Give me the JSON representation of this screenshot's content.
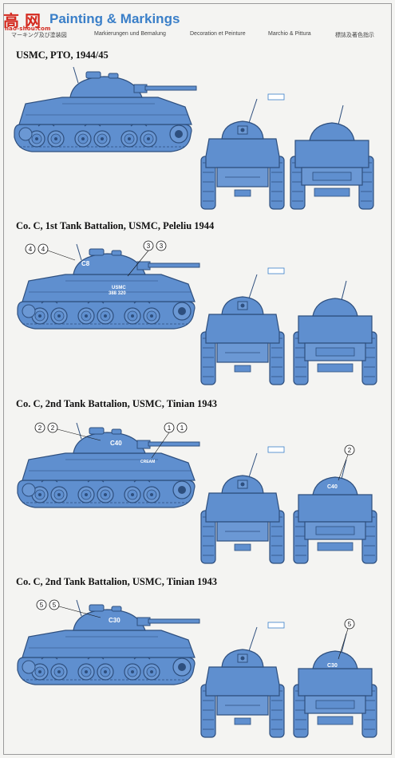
{
  "header": {
    "logo_chars": [
      "高",
      "网"
    ],
    "logo_site": "hao-shou.com",
    "title": "Painting & Markings",
    "languages": [
      "マーキング及び塗装図",
      "Markierungen und Bemalung",
      "Decoration et Peinture",
      "Marchio & Pittura",
      "標誌及著色指示"
    ]
  },
  "sections": [
    {
      "title": "USMC, PTO, 1944/45",
      "side_texts": [],
      "callouts": [],
      "rear_callout": ""
    },
    {
      "title": "Co. C, 1st Tank Battalion, USMC, Peleliu 1944",
      "side_texts": [
        "C8",
        "USMC",
        "388 320"
      ],
      "callouts": [
        "4",
        "4",
        "3",
        "3"
      ],
      "rear_callout": ""
    },
    {
      "title": "Co. C, 2nd Tank Battalion, USMC, Tinian 1943",
      "side_texts": [
        "C40",
        "CREAM"
      ],
      "callouts": [
        "2",
        "2",
        "1",
        "1"
      ],
      "rear_callout": "2",
      "rear_text": "C40"
    },
    {
      "title": "Co. C, 2nd Tank Battalion, USMC, Tinian 1943",
      "side_texts": [
        "C30"
      ],
      "callouts": [
        "5",
        "5"
      ],
      "rear_callout": "5",
      "rear_text": "C30"
    }
  ],
  "colors": {
    "tank_blue": "#5f8fcf",
    "tank_dark": "#2e4f7e",
    "title_blue": "#3a7fc8",
    "logo_red": "#d42a1f"
  }
}
